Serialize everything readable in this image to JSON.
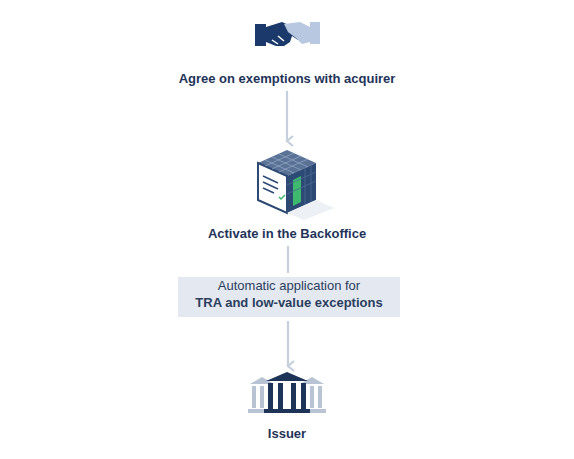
{
  "diagram": {
    "nodes": [
      {
        "text": [
          "Agree on exemptions with acquirer"
        ]
      },
      {
        "text": [
          "Activate in the Backoffice"
        ]
      },
      {
        "text": [
          "Automatic application for",
          "TRA and low-value exceptions"
        ]
      },
      {
        "text": [
          "Issuer"
        ]
      }
    ],
    "edges": [
      {
        "from": 0,
        "to": 1,
        "arrow": "to"
      },
      {
        "from": 1,
        "to": 2,
        "arrow": "none"
      },
      {
        "from": 2,
        "to": 3,
        "arrow": "to"
      }
    ]
  }
}
